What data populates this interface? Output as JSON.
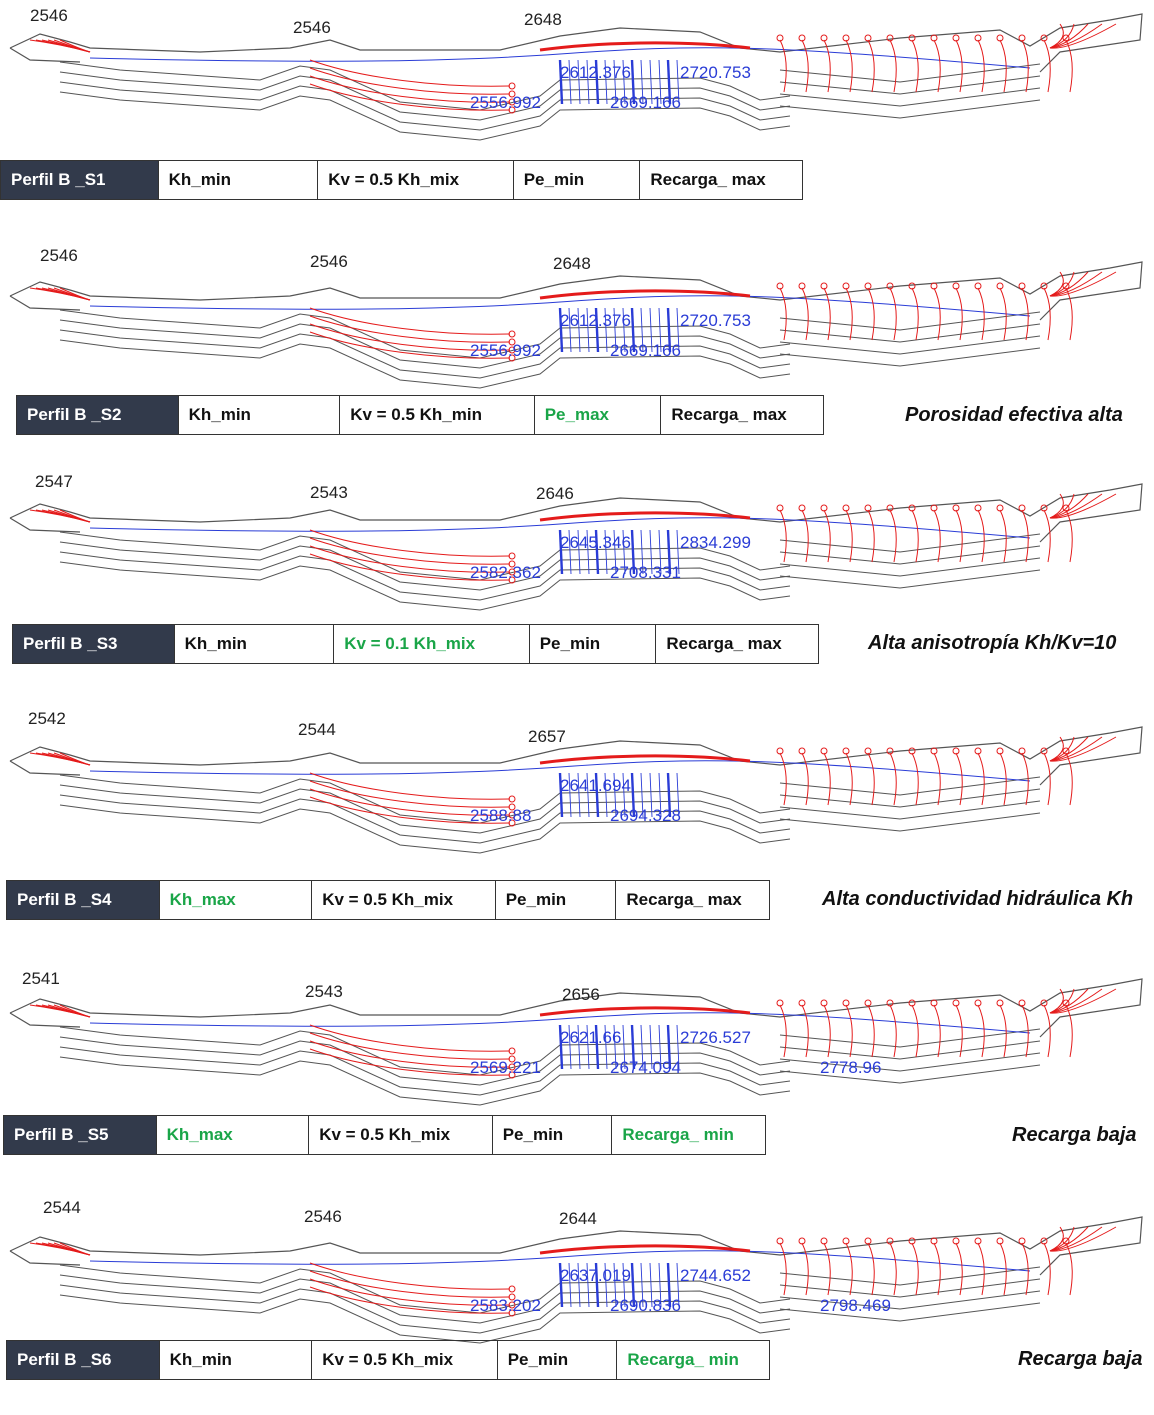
{
  "colors": {
    "flowline": "#e41b1b",
    "equipotential": "#2a3cd6",
    "outline": "#555555",
    "table_header_bg": "#323a4b",
    "changed_param": "#1aa548"
  },
  "scenarios": [
    {
      "elevations": [
        "2546",
        "2546",
        "2648"
      ],
      "iso_labels": [
        "2556.992",
        "2612.376",
        "2669.166",
        "2720.753"
      ],
      "table": {
        "profile": "Perfil B _S1",
        "kh": "Kh_min",
        "kv": "Kv = 0.5 Kh_mix",
        "pe": "Pe_min",
        "recarga": "Recarga_ max"
      },
      "changed": [],
      "caption": ""
    },
    {
      "elevations": [
        "2546",
        "2546",
        "2648"
      ],
      "iso_labels": [
        "2556.992",
        "2612.376",
        "2669.166",
        "2720.753"
      ],
      "table": {
        "profile": "Perfil B _S2",
        "kh": "Kh_min",
        "kv": "Kv = 0.5 Kh_min",
        "pe": "Pe_max",
        "recarga": "Recarga_ max"
      },
      "changed": [
        "pe"
      ],
      "caption": "Porosidad efectiva alta"
    },
    {
      "elevations": [
        "2547",
        "2543",
        "2646"
      ],
      "iso_labels": [
        "2582.362",
        "2645.346",
        "2708.331",
        "2834.299"
      ],
      "table": {
        "profile": "Perfil B _S3",
        "kh": "Kh_min",
        "kv": "Kv = 0.1 Kh_mix",
        "pe": "Pe_min",
        "recarga": "Recarga_ max"
      },
      "changed": [
        "kv"
      ],
      "caption": "Alta anisotropía Kh/Kv=10"
    },
    {
      "elevations": [
        "2542",
        "2544",
        "2657"
      ],
      "iso_labels": [
        "2588.88",
        "2641.694",
        "2694.328"
      ],
      "table": {
        "profile": "Perfil B _S4",
        "kh": "Kh_max",
        "kv": "Kv = 0.5 Kh_mix",
        "pe": "Pe_min",
        "recarga": "Recarga_ max"
      },
      "changed": [
        "kh"
      ],
      "caption": "Alta conductividad hidráulica Kh"
    },
    {
      "elevations": [
        "2541",
        "2543",
        "2656"
      ],
      "iso_labels": [
        "2569.221",
        "2621.66",
        "2674.094",
        "2726.527",
        "2778.96"
      ],
      "table": {
        "profile": "Perfil B _S5",
        "kh": "Kh_max",
        "kv": "Kv = 0.5 Kh_mix",
        "pe": "Pe_min",
        "recarga": "Recarga_ min"
      },
      "changed": [
        "kh",
        "recarga"
      ],
      "caption": "Recarga baja"
    },
    {
      "elevations": [
        "2544",
        "2546",
        "2644"
      ],
      "iso_labels": [
        "2583.202",
        "2637.019",
        "2690.836",
        "2744.652",
        "2798.469"
      ],
      "table": {
        "profile": "Perfil B _S6",
        "kh": "Kh_min",
        "kv": "Kv = 0.5 Kh_mix",
        "pe": "Pe_min",
        "recarga": "Recarga_ min"
      },
      "changed": [
        "recarga"
      ],
      "caption": "Recarga baja"
    }
  ]
}
